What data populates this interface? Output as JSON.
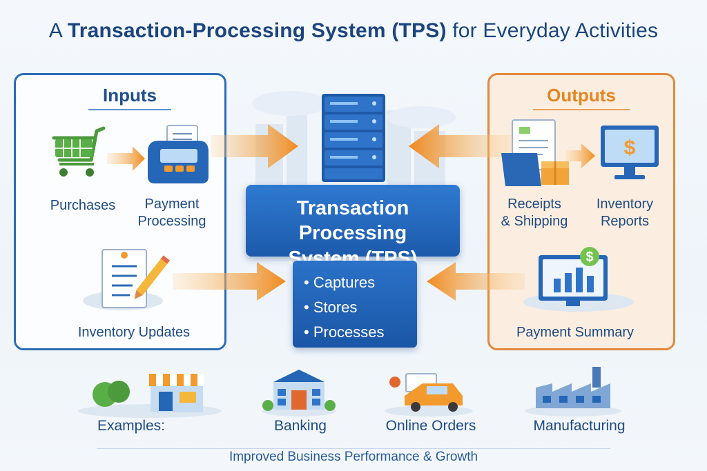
{
  "title": {
    "prefix": "A ",
    "bold": "Transaction-Processing System (TPS)",
    "suffix": " for Everyday Activities"
  },
  "inputs": {
    "heading": "Inputs",
    "items": [
      {
        "label": "Purchases",
        "icon": "shopping-cart-icon"
      },
      {
        "label_line1": "Payment",
        "label_line2": "Processing",
        "icon": "payment-terminal-icon"
      },
      {
        "label": "Inventory Updates",
        "icon": "checklist-pencil-icon"
      }
    ]
  },
  "tps": {
    "line1": "Transaction Processing",
    "line2": "System (TPS)",
    "functions": [
      "• Captures",
      "• Stores",
      "• Processes"
    ],
    "icon": "server-rack-icon"
  },
  "outputs": {
    "heading": "Outputs",
    "items": [
      {
        "label_line1": "Receipts",
        "label_line2": "& Shipping",
        "icon": "receipt-package-icon"
      },
      {
        "label_line1": "Inventory",
        "label_line2": "Reports",
        "icon": "monitor-dollar-icon"
      },
      {
        "label": "Payment Summary",
        "icon": "monitor-chart-icon"
      }
    ]
  },
  "examples": {
    "label": "Examples:",
    "items": [
      {
        "label": "Banking",
        "icon": "bank-building-icon"
      },
      {
        "label": "Online Orders",
        "icon": "delivery-car-icon"
      },
      {
        "label": "Manufacturing",
        "icon": "factory-icon"
      }
    ]
  },
  "footer": "Improved Business Performance & Growth",
  "colors": {
    "blue": "#2b6cb5",
    "orange": "#e58520",
    "arrow": "#f29a2e",
    "green": "#4c9a3c"
  }
}
